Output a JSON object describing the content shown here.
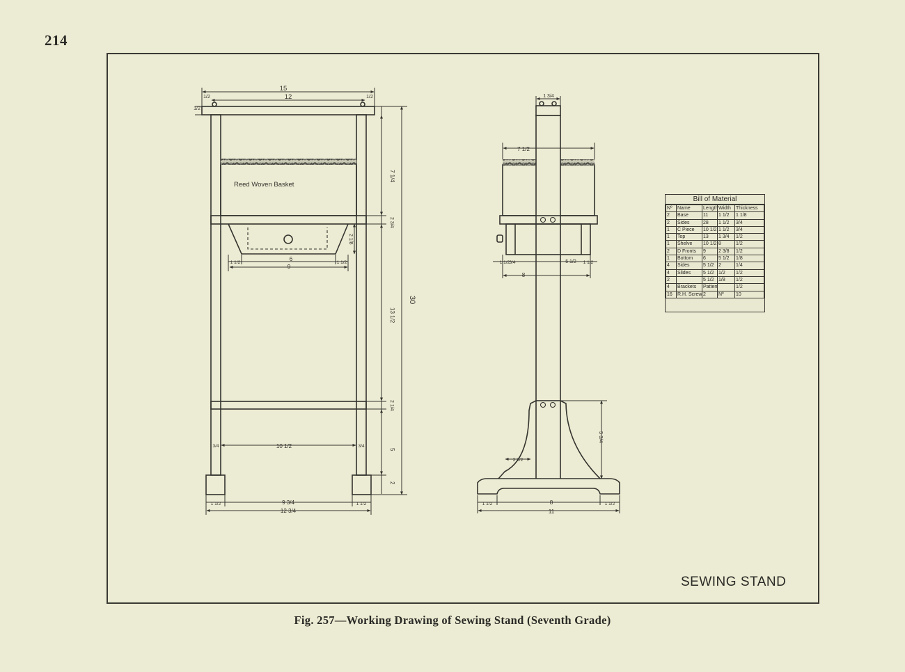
{
  "page": {
    "number": "214",
    "caption": "Fig. 257—Working Drawing of Sewing Stand (Seventh Grade)",
    "stamp": "SEWING STAND"
  },
  "front_view": {
    "labels": {
      "basket": "Reed Woven Basket",
      "top_width": "15",
      "inner_top": "12",
      "overhang_left": "1/2",
      "overhang_right": "1/2",
      "top_thick": "1/2",
      "basket_height": "7 1/4",
      "drawer_height": "2 3/4",
      "shelf_depth": "2 1/8",
      "middle_height": "13 1/2",
      "total_height": "30",
      "lower_rail": "2 1/4",
      "legs_height": "5",
      "foot_height": "2",
      "drawer_front": "6",
      "drawer_left": "1 1/2",
      "drawer_right": "1 1/2",
      "drawer_overall": "9",
      "lower_span": "10 1/2",
      "post_left": "3/4",
      "post_right": "3/4",
      "base_inner": "9 3/4",
      "base_left": "1 1/2",
      "base_right": "1 1/2",
      "base_overall": "12 3/4"
    }
  },
  "side_view": {
    "labels": {
      "post_width": "1 3/4",
      "basket_width": "7 1/2",
      "drawer_left": "1 1/2",
      "drawer_left2": "3/4",
      "drawer_right": "5 1/2",
      "drawer_right2": "1 1/2",
      "drawer_overall": "8",
      "bracket_height": "5 3/4",
      "bracket_width": "2 1/2",
      "foot_left": "1 1/2",
      "foot_span": "8",
      "foot_right": "1 1/2",
      "foot_overall": "11"
    }
  },
  "bill_of_material": {
    "title": "Bill of Material",
    "columns": [
      "Nº",
      "Name",
      "Length",
      "Width",
      "Thickness"
    ],
    "rows": [
      [
        "2",
        "Base",
        "11",
        "1 1/2",
        "1 1/8"
      ],
      [
        "2",
        "Sides",
        "28",
        "1 1/2",
        "3/4"
      ],
      [
        "1",
        "C Piece",
        "10 1/2",
        "1 1/2",
        "3/4"
      ],
      [
        "1",
        "Top",
        "13",
        "1 3/4",
        "1/2"
      ],
      [
        "1",
        "Shelve",
        "10 1/2",
        "8",
        "1/2"
      ],
      [
        "2",
        "D Fronts",
        "9",
        "2 3/8",
        "1/2"
      ],
      [
        "1",
        "Bottom",
        "6",
        "5 1/2",
        "1/8"
      ],
      [
        "4",
        "Sides",
        "5 1/2",
        "2",
        "1/4"
      ],
      [
        "4",
        "Slides",
        "5 1/2",
        "1/2",
        "1/2"
      ],
      [
        "2",
        "",
        "5 1/2",
        "1/8",
        "1/2"
      ],
      [
        "4",
        "Brackets",
        "Pattern",
        "",
        "1/2"
      ],
      [
        "16",
        "R.H. Screws",
        "2",
        "Nº",
        "10"
      ]
    ]
  }
}
